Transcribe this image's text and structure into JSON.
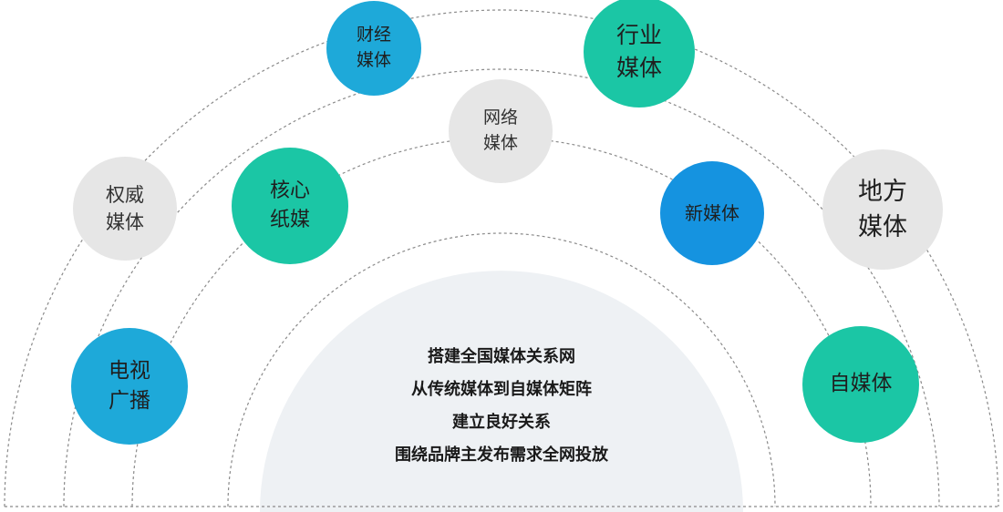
{
  "diagram": {
    "center_lines": [
      "搭建全国媒体关系网",
      "从传统媒体到自媒体矩阵",
      "建立良好关系",
      "围绕品牌主发布需求全网投放"
    ],
    "bubbles": [
      {
        "id": "caijing",
        "label": "财经\n媒体",
        "color": "#1ea9d9",
        "text_color": "#1f1f1f"
      },
      {
        "id": "hangye",
        "label": "行业\n媒体",
        "color": "#1bc6a5",
        "text_color": "#1f1f1f"
      },
      {
        "id": "wangluo",
        "label": "网络\n媒体",
        "color": "#e6e6e6",
        "text_color": "#333333"
      },
      {
        "id": "quanwei",
        "label": "权威\n媒体",
        "color": "#e6e6e6",
        "text_color": "#333333"
      },
      {
        "id": "hexin",
        "label": "核心\n纸媒",
        "color": "#1bc6a5",
        "text_color": "#1f1f1f"
      },
      {
        "id": "xinmeiti",
        "label": "新媒体",
        "color": "#1593e0",
        "text_color": "#1f1f1f"
      },
      {
        "id": "difang",
        "label": "地方\n媒体",
        "color": "#e6e6e6",
        "text_color": "#1f1f1f"
      },
      {
        "id": "dianshi",
        "label": "电视\n广播",
        "color": "#1ea9d9",
        "text_color": "#1f1f1f"
      },
      {
        "id": "zimeiti",
        "label": "自媒体",
        "color": "#1bc6a5",
        "text_color": "#1f1f1f"
      }
    ],
    "colors": {
      "arc_stroke": "#8a8a8a",
      "core_fill": "#eef1f4"
    }
  }
}
